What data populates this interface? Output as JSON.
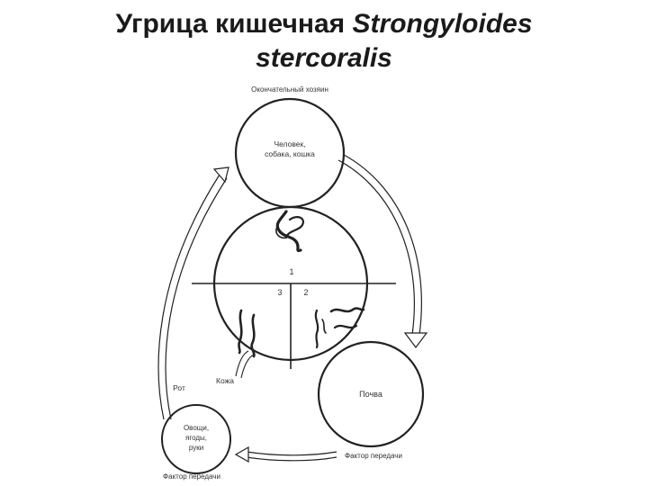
{
  "title": {
    "line1_plain": "Угрица кишечная ",
    "line1_italic": "Strongyloides",
    "line2_italic": "stercoralis"
  },
  "diagram": {
    "final_host_label": "Окончательный хозяин",
    "host_line1": "Человек,",
    "host_line2": "собака, кошка",
    "quadrant_1": "1",
    "quadrant_2": "2",
    "quadrant_3": "3",
    "soil_label": "Почва",
    "skin_label": "Кожа",
    "mouth_label": "Рот",
    "veg_line1": "Овощи,",
    "veg_line2": "ягоды,",
    "veg_line3": "руки",
    "transfer_factor_right": "Фактор передачи",
    "transfer_factor_bottom": "Фактор передачи"
  }
}
